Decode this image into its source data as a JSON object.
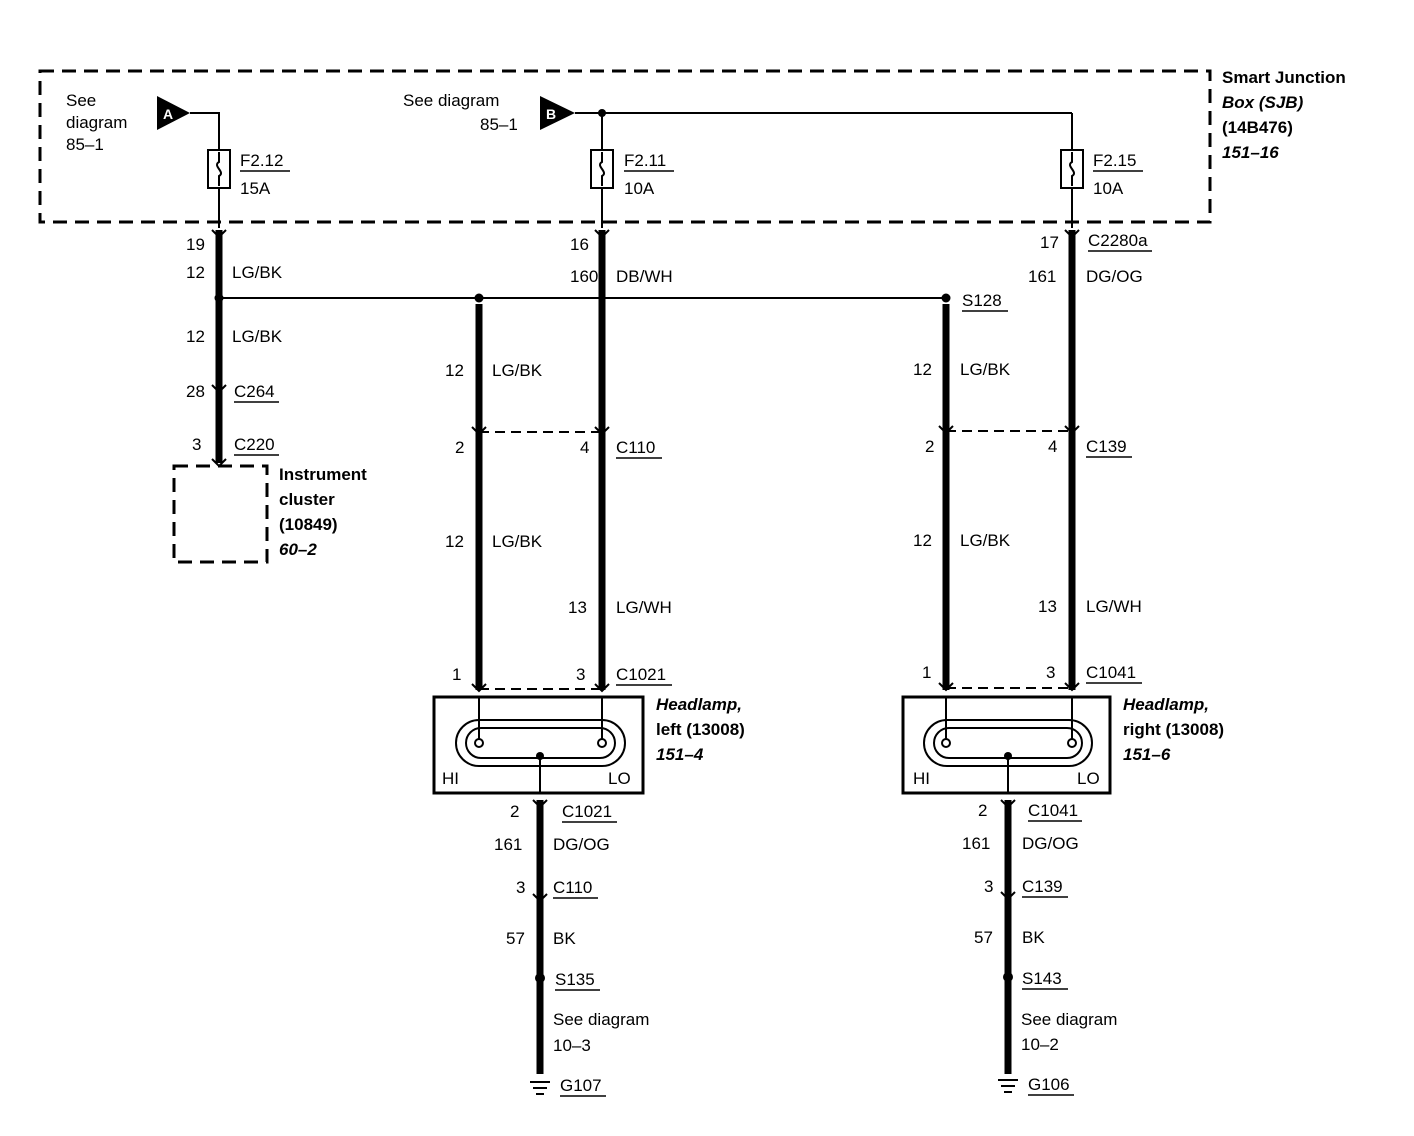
{
  "sjb": {
    "name_l1": "Smart Junction",
    "name_l2": "Box (SJB)",
    "part": "(14B476)",
    "ref": "151–16"
  },
  "refs": {
    "a_l1": "See",
    "a_l2": "diagram",
    "a_l3": "85–1",
    "a_letter": "A",
    "b_l1": "See diagram",
    "b_l2": "85–1",
    "b_letter": "B"
  },
  "fuses": [
    {
      "name": "F2.12",
      "rating": "15A"
    },
    {
      "name": "F2.11",
      "rating": "10A"
    },
    {
      "name": "F2.15",
      "rating": "10A"
    }
  ],
  "sjb_pins": [
    {
      "pin": "19"
    },
    {
      "pin": "16"
    },
    {
      "pin": "17",
      "connector": "C2280a"
    }
  ],
  "wires": {
    "w12": "12",
    "lgbk": "LG/BK",
    "w160": "160",
    "dbwh": "DB/WH",
    "w161": "161",
    "dgog": "DG/OG",
    "w13": "13",
    "lgwh": "LG/WH",
    "w57": "57",
    "bk": "BK"
  },
  "splice_s128": "S128",
  "cluster": {
    "pin_c264": "28",
    "c264": "C264",
    "pin_c220": "3",
    "c220": "C220",
    "name_l1": "Instrument",
    "name_l2": "cluster",
    "part": "(10849)",
    "ref": "60–2"
  },
  "left": {
    "c110_pin_a": "2",
    "c110_pin_b": "4",
    "c110": "C110",
    "conn_pin_a": "1",
    "conn_pin_b": "3",
    "conn": "C1021",
    "name_l1": "Headlamp,",
    "name_l2": "left (13008)",
    "ref": "151–4",
    "hi": "HI",
    "lo": "LO",
    "gnd_pin": "2",
    "gnd_conn": "C1021",
    "c110b_pin": "3",
    "c110b": "C110",
    "splice": "S135",
    "see_l1": "See diagram",
    "see_l2": "10–3",
    "ground": "G107"
  },
  "right": {
    "c139_pin_a": "2",
    "c139_pin_b": "4",
    "c139": "C139",
    "conn_pin_a": "1",
    "conn_pin_b": "3",
    "conn": "C1041",
    "name_l1": "Headlamp,",
    "name_l2": "right (13008)",
    "ref": "151–6",
    "hi": "HI",
    "lo": "LO",
    "gnd_pin": "2",
    "gnd_conn": "C1041",
    "c139b_pin": "3",
    "c139b": "C139",
    "splice": "S143",
    "see_l1": "See diagram",
    "see_l2": "10–2",
    "ground": "G106"
  }
}
